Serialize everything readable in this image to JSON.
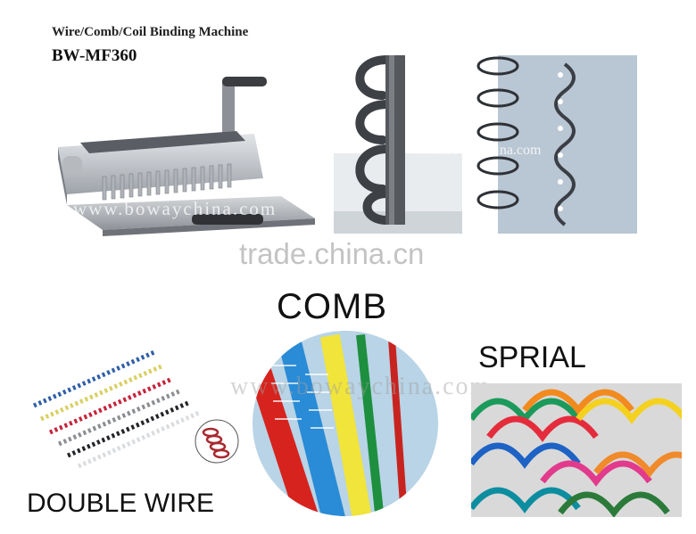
{
  "header": {
    "title": "Wire/Comb/Coil Binding Machine",
    "model": "BW-MF360"
  },
  "labels": {
    "comb": "COMB",
    "sprial": "SPRIAL",
    "double_wire": "DOUBLE WIRE"
  },
  "watermarks": {
    "site_large": "www.bowaychina.com",
    "site_small": "www.bowaychina.com",
    "site_mid": "www.bowaychina.com",
    "trade": "trade.china.cn"
  },
  "colors": {
    "machine_body": "#c9ccd1",
    "comb_circle": "#b8d4e6",
    "spiral_bg": "#d9d9d9"
  }
}
